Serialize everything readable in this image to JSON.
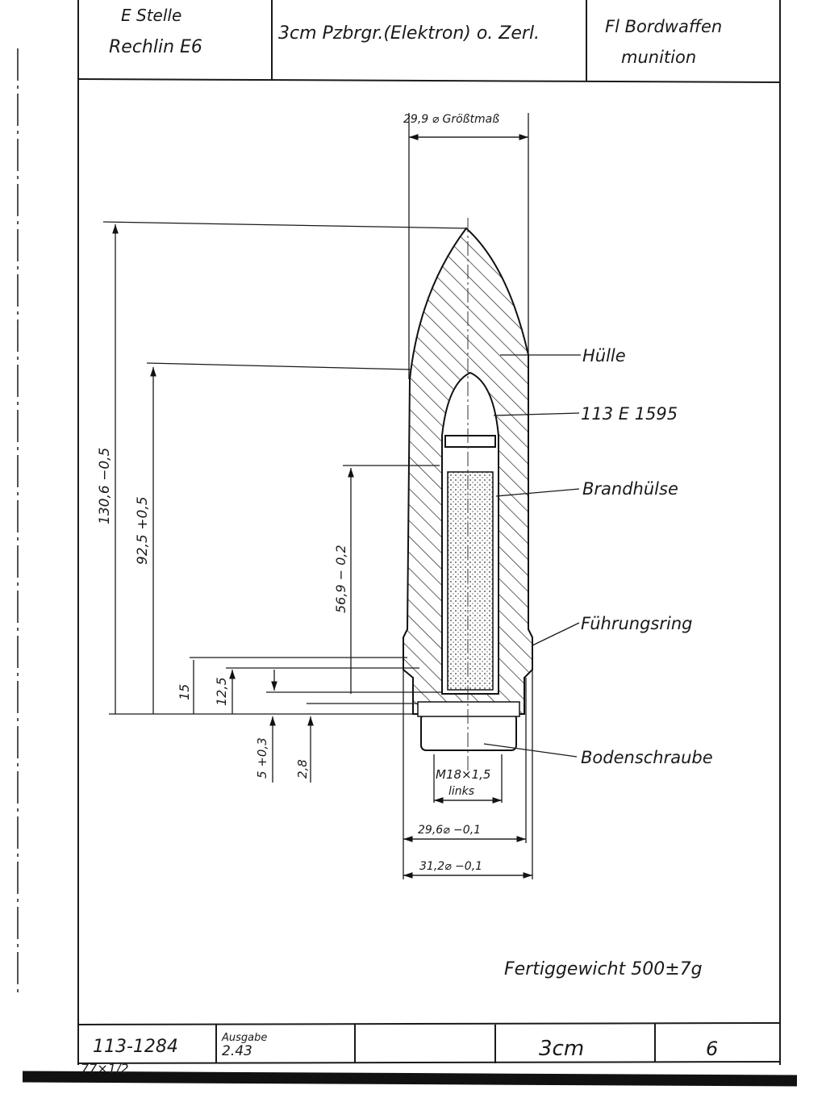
{
  "header": {
    "cell1_line1": "E Stelle",
    "cell1_line2": "Rechlin E6",
    "cell2": "3cm Pzbrgr.(Elektron) o. Zerl.",
    "cell3_line1": "Fl Bordwaffen",
    "cell3_line2": "munition"
  },
  "dimensions": {
    "max_diameter": "29,9 ⌀ Größtmaß",
    "overall_length": "130,6 −0,5",
    "length_92": "92,5 +0,5",
    "length_56": "56,9 − 0,2",
    "dim_15": "15",
    "dim_12_5": "12,5",
    "dim_5": "5 +0,3",
    "dim_2_8": "2,8",
    "thread_line1": "M18×1,5",
    "thread_line2": "links",
    "diameter_29_6": "29,6⌀ −0,1",
    "diameter_31_2": "31,2⌀ −0,1"
  },
  "parts": {
    "shell": "Hülle",
    "fuze": "113 E 1595",
    "incendiary_sleeve": "Brandhülse",
    "driving_band": "Führungsring",
    "base_screw": "Bodenschraube"
  },
  "weight": "Fertiggewicht 500±7g",
  "footer": {
    "drawing_no": "113-1284",
    "issue_label": "Ausgabe",
    "issue_date": "2.43",
    "caliber": "3cm",
    "sheet": "6",
    "stamp": "77×1/2"
  }
}
